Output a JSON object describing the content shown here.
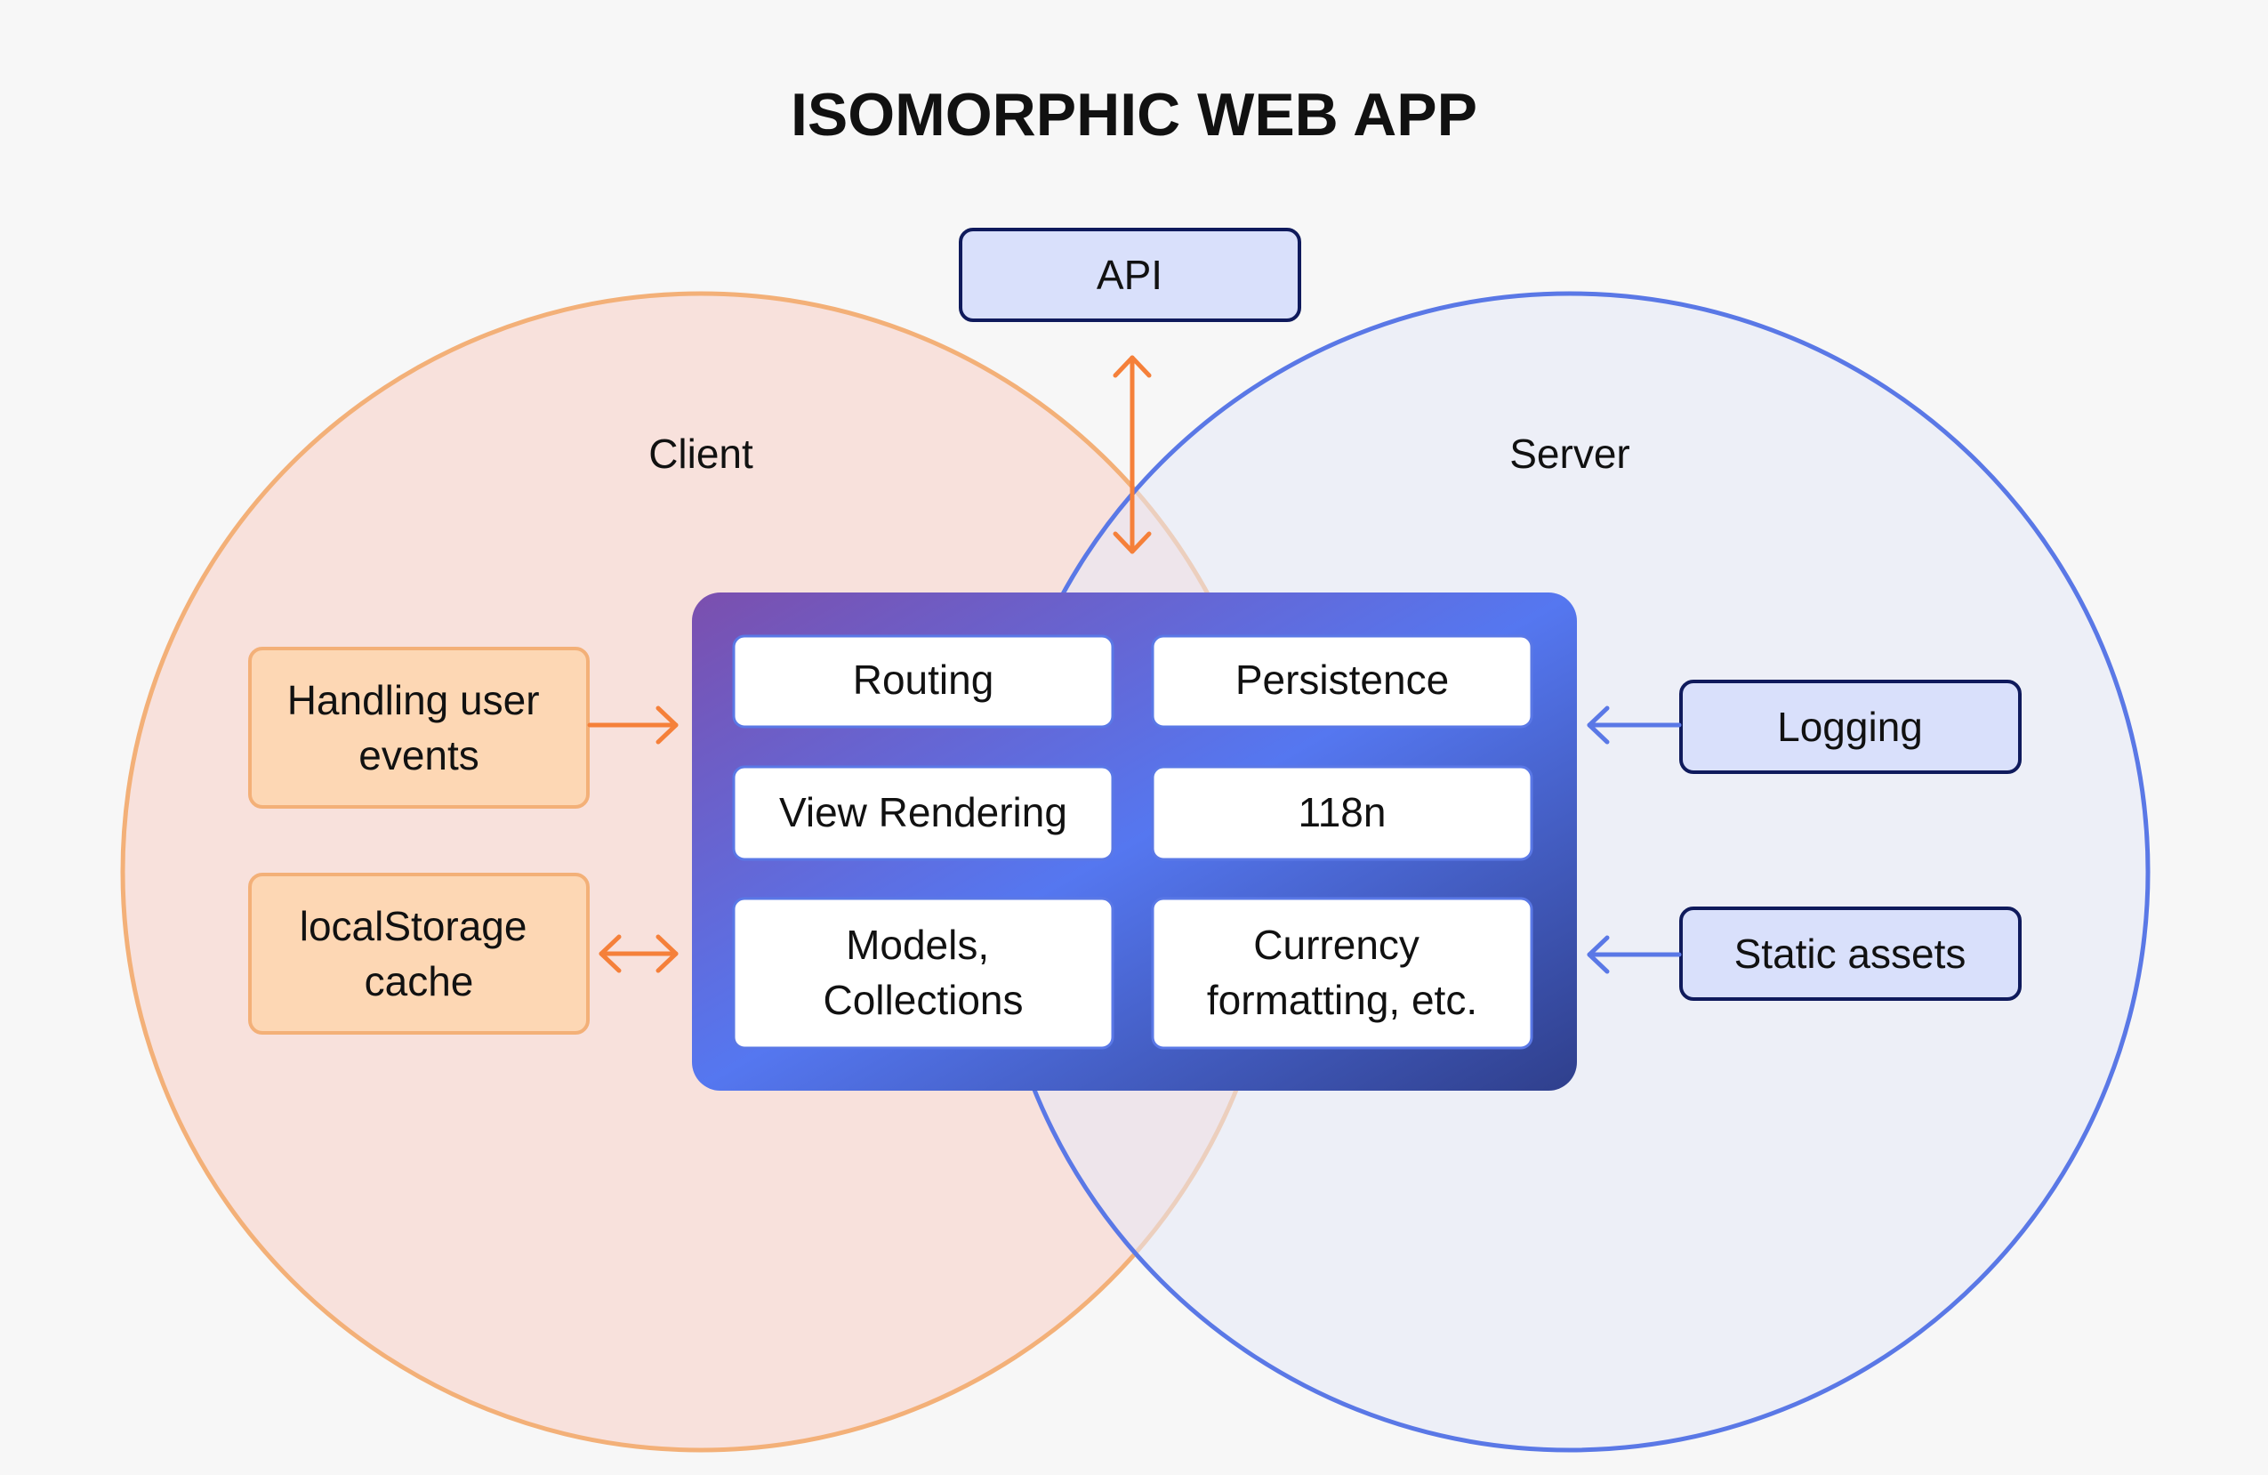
{
  "title": "ISOMORPHIC WEB APP",
  "regions": {
    "client": "Client",
    "server": "Server"
  },
  "top_box": {
    "label": "API"
  },
  "client_boxes": [
    {
      "label_lines": [
        "Handling user",
        "events"
      ]
    },
    {
      "label_lines": [
        "localStorage",
        "cache"
      ]
    }
  ],
  "server_boxes": [
    {
      "label": "Logging"
    },
    {
      "label": "Static assets"
    }
  ],
  "shared_core": [
    {
      "label_lines": [
        "Routing"
      ]
    },
    {
      "label_lines": [
        "Persistence"
      ]
    },
    {
      "label_lines": [
        "View Rendering"
      ]
    },
    {
      "label_lines": [
        "118n"
      ]
    },
    {
      "label_lines": [
        "Models,",
        "Collections"
      ]
    },
    {
      "label_lines": [
        "Currency",
        "formatting, etc."
      ]
    }
  ],
  "colors": {
    "background": "#f7f7f7",
    "client_fill": "#f8e1dc",
    "client_stroke": "#f3b078",
    "client_box_fill": "#fdd7b4",
    "server_fill": "#e6eaf8",
    "server_stroke": "#5a78e6",
    "server_box_fill": "#d9e0fb",
    "server_box_stroke": "#0f1a5c",
    "orange_arrow": "#f5803a",
    "blue_arrow": "#5a78e6",
    "core_gradient_start": "#7b4fae",
    "core_gradient_mid": "#5577f0",
    "core_gradient_end": "#2f3f8c"
  }
}
